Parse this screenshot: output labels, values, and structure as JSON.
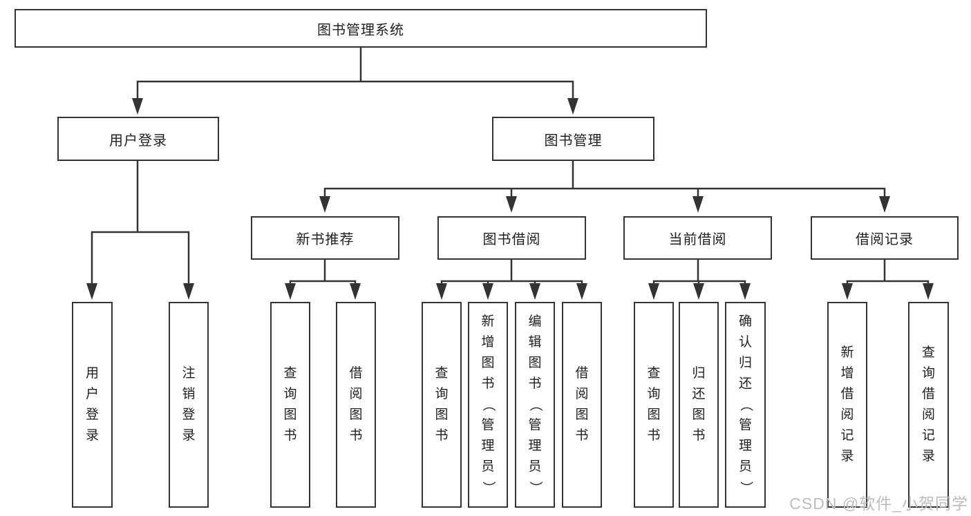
{
  "diagram": {
    "root": "图书管理系统",
    "level2": {
      "login": "用户登录",
      "manage": "图书管理"
    },
    "level3": {
      "recommend": "新书推荐",
      "borrow": "图书借阅",
      "current": "当前借阅",
      "records": "借阅记录"
    },
    "leaves": {
      "login_user": "用户登录",
      "login_logout": "注销登录",
      "rec_query": "查询图书",
      "rec_borrow": "借阅图书",
      "bor_query": "查询图书",
      "bor_add": "新增图书（管理员）",
      "bor_edit": "编辑图书（管理员）",
      "bor_borrow": "借阅图书",
      "cur_query": "查询图书",
      "cur_return": "归还图书",
      "cur_confirm": "确认归还（管理员）",
      "brec_add": "新增借阅记录",
      "brec_query": "查询借阅记录"
    }
  },
  "watermark": "CSDN @软件_小贺同学",
  "colors": {
    "line": "#333333",
    "text": "#1f1f1f",
    "watermark": "#bcbcbc",
    "background": "#ffffff"
  }
}
